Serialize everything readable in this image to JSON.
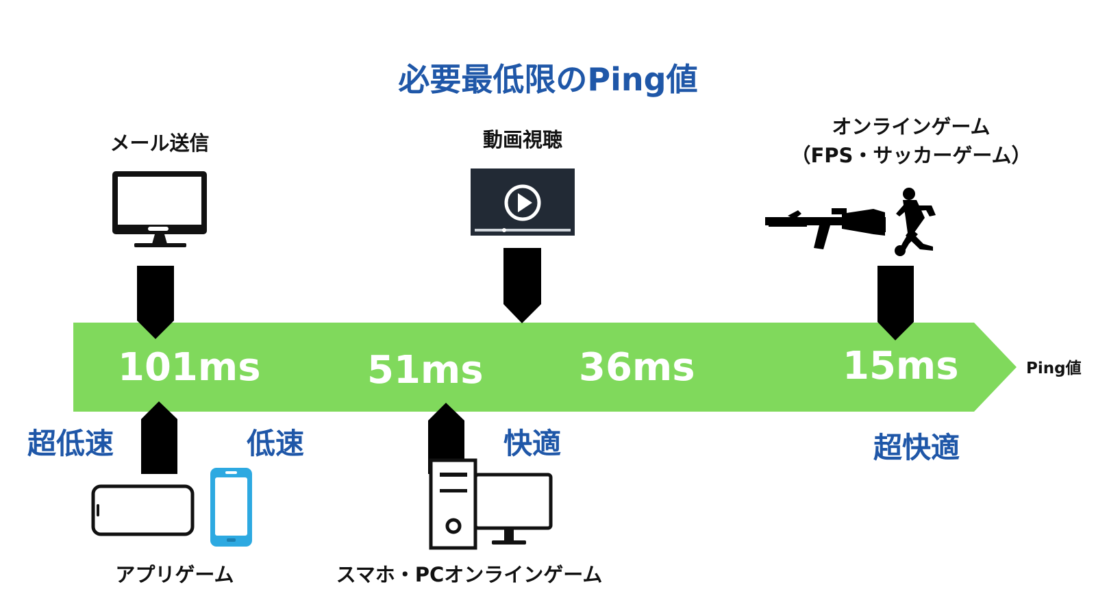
{
  "title": "必要最低限のPing値",
  "axis_label": "Ping値",
  "colors": {
    "bar": "#80d95c",
    "accent": "#1f57a8",
    "marker": "#000000"
  },
  "ticks": [
    {
      "value": "101ms"
    },
    {
      "value": "51ms"
    },
    {
      "value": "36ms"
    },
    {
      "value": "15ms"
    }
  ],
  "levels": {
    "super_slow": "超低速",
    "slow": "低速",
    "comfortable": "快適",
    "super_comfortable": "超快適"
  },
  "top_items": {
    "email": {
      "label": "メール送信",
      "icon": "desktop-monitor-icon"
    },
    "video": {
      "label": "動画視聴",
      "icon": "video-player-icon"
    },
    "online": {
      "line1": "オンラインゲーム",
      "line2": "（FPS・サッカーゲーム）",
      "icon": "fps-soccer-icon"
    }
  },
  "bottom_items": {
    "app_game": {
      "label": "アプリゲーム",
      "icon": "smartphone-icon"
    },
    "pc_game": {
      "label": "スマホ・PCオンラインゲーム",
      "icon": "desktop-pc-icon"
    }
  }
}
